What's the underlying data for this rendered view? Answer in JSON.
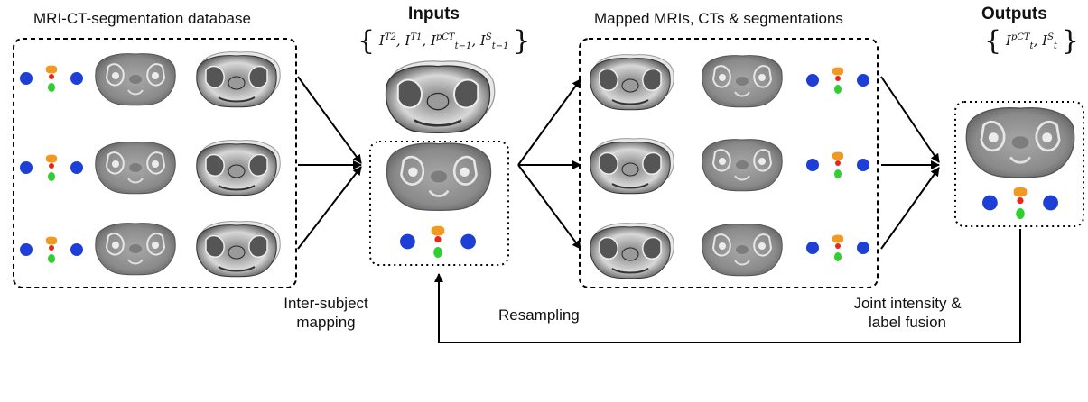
{
  "diagram": {
    "database_title": "MRI-CT-segmentation database",
    "inputs_title": "Inputs",
    "inputs_formula": {
      "open": "{",
      "close": "}",
      "t2": "T2",
      "t1": "T1",
      "pct_sup": "pCT",
      "pct_sub": "t−1",
      "s_sup": "S",
      "s_sub": "t−1",
      "base": "I"
    },
    "mapped_title": "Mapped MRIs, CTs & segmentations",
    "outputs_title": "Outputs",
    "outputs_formula": {
      "open": "{",
      "close": "}",
      "pct_sup": "pCT",
      "sub": "t",
      "s_sup": "S",
      "base": "I"
    },
    "mapping_label_line1": "Inter-subject",
    "mapping_label_line2": "mapping",
    "resampling_label": "Resampling",
    "fusion_label_line1": "Joint intensity &",
    "fusion_label_line2": "label fusion"
  },
  "colors": {
    "ct_body": "#8e8e8e",
    "ct_fat": "#6f6f6f",
    "mri_body": "#c9c9c9",
    "segment_blue": "#1e3fd6",
    "segment_orange": "#f29a1f",
    "segment_red": "#e8261c",
    "segment_green": "#2ecf2e",
    "arrow": "#000000"
  }
}
